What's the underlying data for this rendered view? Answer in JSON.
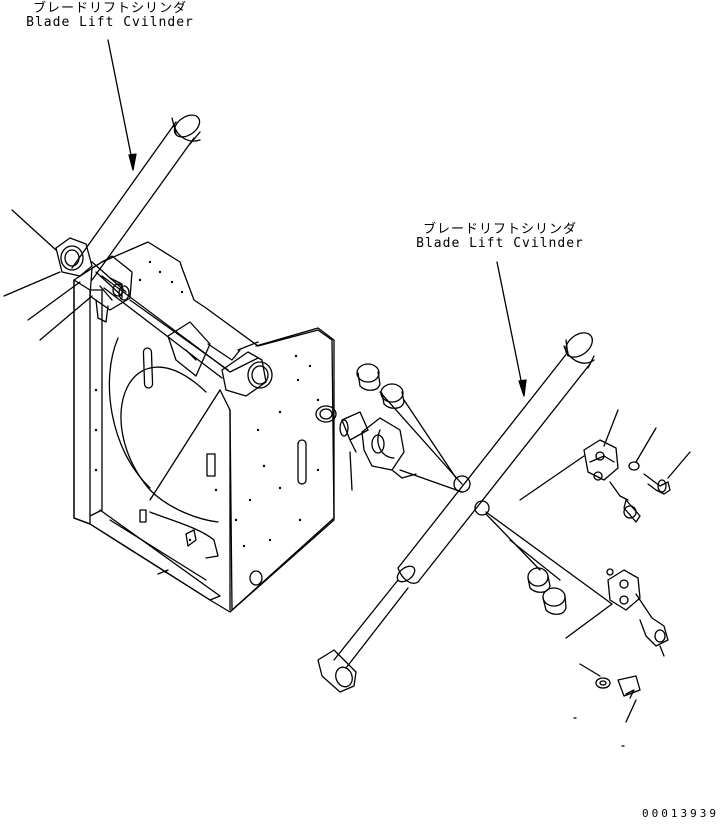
{
  "callouts": [
    {
      "id": "a",
      "jp": "ブレードリフトシリンダ",
      "en": "Blade Lift Cvilnder"
    },
    {
      "id": "b",
      "jp": "ブレードリフトシリンダ",
      "en": "Blade Lift Cvilnder"
    }
  ],
  "drawing_number": "00013939"
}
